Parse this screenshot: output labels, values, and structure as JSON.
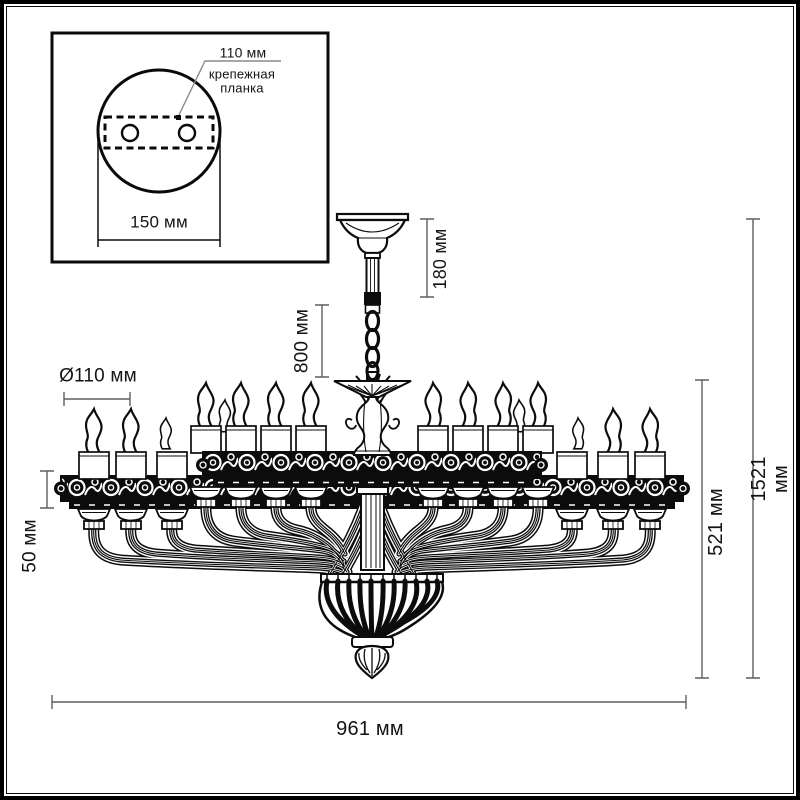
{
  "colors": {
    "ink": "#0c0c0c",
    "dim_line": "#5f5f5f",
    "background": "#ffffff"
  },
  "inset": {
    "offset_label": "110 мм",
    "bracket_label": "крепежная\nпланка",
    "width_label": "150 мм"
  },
  "dimensions": {
    "canopy_drop": "180 мм",
    "chain_drop": "800 мм",
    "shade_diameter": "Ø110 мм",
    "band_height": "50 мм",
    "total_height": "1521 мм",
    "body_height": "521 мм",
    "total_width": "961 мм"
  }
}
